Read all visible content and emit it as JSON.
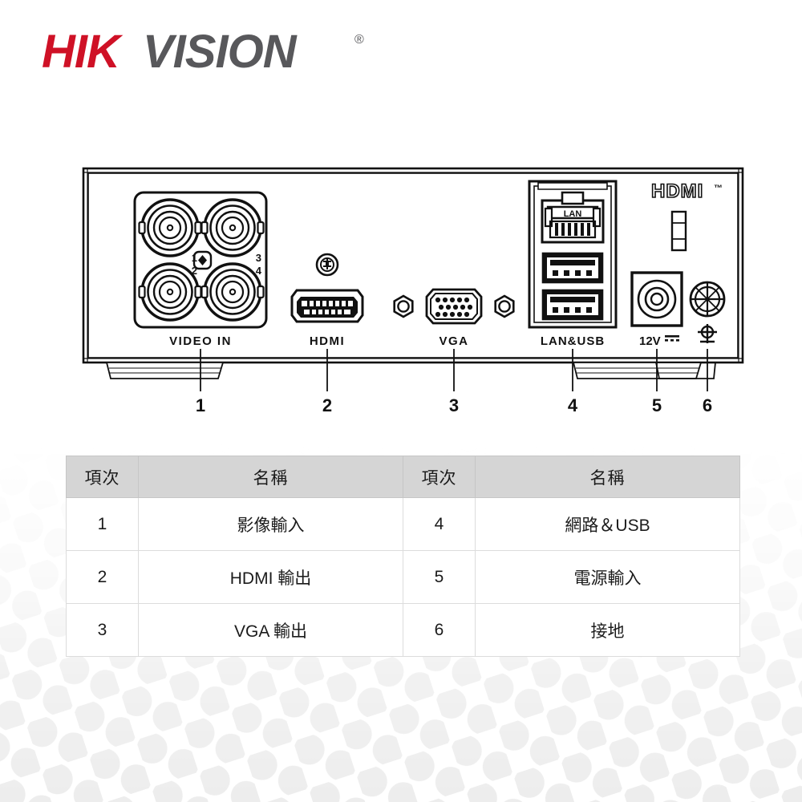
{
  "brand": {
    "logo_text_red": "HIK",
    "logo_text_gray": "VISION",
    "trademark": "®"
  },
  "device": {
    "type": "dvr-rear-panel",
    "port_labels": {
      "video_in": "VIDEO IN",
      "hdmi": "HDMI",
      "vga": "VGA",
      "lan_usb": "LAN&USB",
      "power": "12V",
      "hdmi_logo": "HDMI",
      "hdmi_logo_tm": "™",
      "rj45_text": "LAN"
    },
    "bnc_channel_labels": [
      "1",
      "2",
      "3",
      "4"
    ],
    "callouts": [
      "1",
      "2",
      "3",
      "4",
      "5",
      "6"
    ]
  },
  "table": {
    "headers": [
      "項次",
      "名稱",
      "項次",
      "名稱"
    ],
    "rows": [
      {
        "idx_left": "1",
        "name_left": "影像輸入",
        "idx_right": "4",
        "name_right": "網路＆USB"
      },
      {
        "idx_left": "2",
        "name_left": "HDMI 輸出",
        "idx_right": "5",
        "name_right": "電源輸入"
      },
      {
        "idx_left": "3",
        "name_left": "VGA 輸出",
        "idx_right": "6",
        "name_right": "接地"
      }
    ]
  },
  "colors": {
    "brand_red": "#cf1126",
    "brand_gray": "#58585b",
    "table_header_bg": "#d5d5d5",
    "table_border": "#dcdcdc",
    "line": "#1a1a1a",
    "background": "#ffffff",
    "dot_pattern": "#ededed"
  }
}
